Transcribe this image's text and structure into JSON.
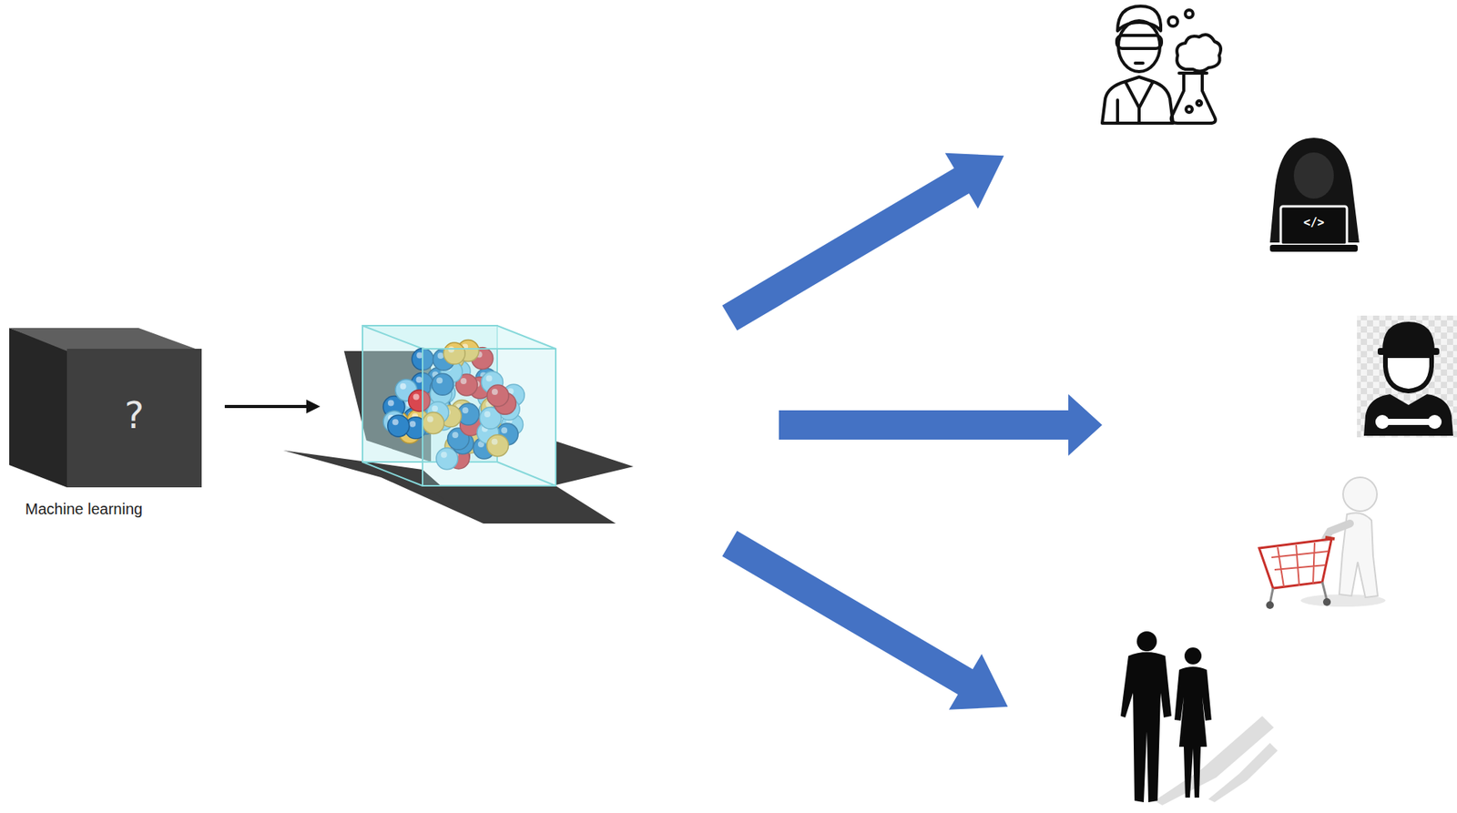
{
  "diagram": {
    "nodes": [
      {
        "text": [
          "?",
          "Machine learning"
        ]
      }
    ],
    "labels": [
      "</>"
    ]
  }
}
